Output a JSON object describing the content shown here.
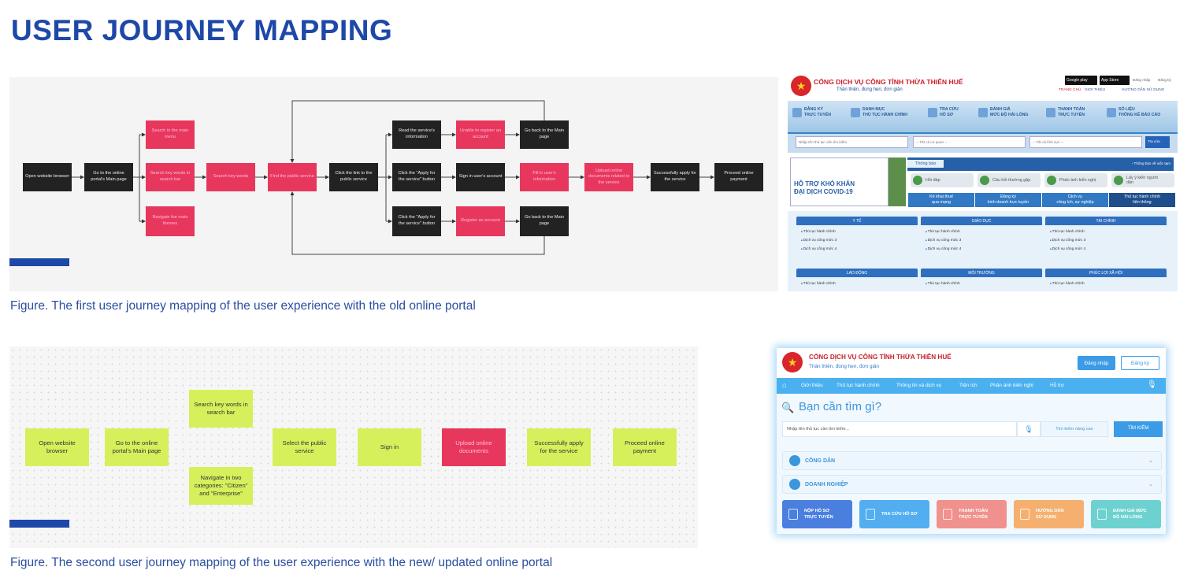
{
  "title": "USER JOURNEY MAPPING",
  "colors": {
    "accent": "#1e48a8",
    "pink": "#e8375d",
    "dark": "#222222",
    "green": "#d6f05c"
  },
  "diagram1": {
    "caption": "Figure.   The first user journey mapping of the user experience with the old online portal",
    "nodes": [
      {
        "label": "Open website browser",
        "kind": "dark"
      },
      {
        "label": "Go to the online portal's Main page",
        "kind": "dark"
      },
      {
        "label": "Search in the main menu",
        "kind": "pink"
      },
      {
        "label": "Search key words in search bar",
        "kind": "pink"
      },
      {
        "label": "Navigate the main themes",
        "kind": "pink"
      },
      {
        "label": "Search key words",
        "kind": "pink"
      },
      {
        "label": "Find the public service",
        "kind": "pink"
      },
      {
        "label": "Click the link to the public service",
        "kind": "dark"
      },
      {
        "label": "Read the service's information",
        "kind": "dark"
      },
      {
        "label": "Unable to register an account",
        "kind": "pink"
      },
      {
        "label": "Go back to the Main page",
        "kind": "dark"
      },
      {
        "label": "Click the \"Apply for the service\" button",
        "kind": "dark"
      },
      {
        "label": "Sign in user's account",
        "kind": "dark"
      },
      {
        "label": "Fill in user's information",
        "kind": "pink"
      },
      {
        "label": "Upload online documents related to the service",
        "kind": "pink"
      },
      {
        "label": "Successfully apply for the service",
        "kind": "dark"
      },
      {
        "label": "Proceed online payment",
        "kind": "dark"
      },
      {
        "label": "Click the \"Apply for the service\" button",
        "kind": "dark"
      },
      {
        "label": "Register an account",
        "kind": "pink"
      },
      {
        "label": "Go back to the Main page",
        "kind": "dark"
      }
    ]
  },
  "diagram2": {
    "caption": "Figure.   The second user journey mapping of the user experience with the new/ updated online portal",
    "nodes": [
      {
        "label": "Open website browser",
        "kind": "green"
      },
      {
        "label": "Go to the online portal's Main page",
        "kind": "green"
      },
      {
        "label": "Search key words in search bar",
        "kind": "green"
      },
      {
        "label": "Navigate in two categories: \"Citizen\" and \"Enterprise\"",
        "kind": "green"
      },
      {
        "label": "Select the public service",
        "kind": "green"
      },
      {
        "label": "Sign in",
        "kind": "green"
      },
      {
        "label": "Upload online documents",
        "kind": "pink"
      },
      {
        "label": "Successfully apply for the service",
        "kind": "green"
      },
      {
        "label": "Proceed online payment",
        "kind": "green"
      }
    ]
  },
  "old_portal": {
    "site_title": "CỔNG DỊCH VỤ CÔNG TỈNH THỪA THIÊN HUẾ",
    "tagline": "Thân thiện, đúng hẹn, đơn giản",
    "google_play": "Google play",
    "app_store": "App Store",
    "login": "Đăng nhập",
    "register": "Đăng ký",
    "top_links": [
      "TRANG CHỦ",
      "GIỚI THIỆU",
      "HƯỚNG DẪN SỬ DỤNG"
    ],
    "nav": [
      [
        "ĐĂNG KÝ",
        "TRỰC TUYẾN"
      ],
      [
        "DANH MỤC",
        "THỦ TỤC HÀNH CHÍNH"
      ],
      [
        "TRA CỨU",
        "HỒ SƠ"
      ],
      [
        "ĐÁNH GIÁ",
        "MỨC ĐỘ HÀI LÒNG"
      ],
      [
        "THANH TOÁN",
        "TRỰC TUYẾN"
      ],
      [
        "SỐ LIỆU",
        "THỐNG KÊ BÁO CÁO"
      ]
    ],
    "search_placeholder": "Nhập tên thủ tục cần tìm kiếm",
    "agency_select": "-- Tất cả cơ quan --",
    "field_select": "-- Tất cả lĩnh vực --",
    "search_button": "Tra cứu",
    "banner": [
      "HỖ TRỢ KHÓ KHĂN",
      "ĐẠI DỊCH COVID-19"
    ],
    "notice_label": "Thông báo",
    "notice_text": "› Thông báo về việc tạm",
    "quick": [
      "Hỏi đáp",
      "Câu hỏi thường gặp",
      "Phản ánh kiến nghị",
      "Lấy ý kiến người dân"
    ],
    "services": [
      [
        "Kê khai thuế",
        "qua mạng"
      ],
      [
        "Đăng ký",
        "kinh doanh trực tuyến"
      ],
      [
        "Dịch vụ",
        "công ích, sự nghiệp"
      ],
      [
        "Thủ tục hành chính",
        "liên thông"
      ]
    ],
    "categories": [
      {
        "name": "Y TẾ",
        "items": [
          "Thủ tục hành chính",
          "Dịch vụ công mức 3",
          "Dịch vụ công mức 4"
        ]
      },
      {
        "name": "GIÁO DỤC",
        "items": [
          "Thủ tục hành chính",
          "Dịch vụ công mức 3",
          "Dịch vụ công mức 4"
        ]
      },
      {
        "name": "TÀI CHÍNH",
        "items": [
          "Thủ tục hành chính",
          "Dịch vụ công mức 3",
          "Dịch vụ công mức 4"
        ]
      },
      {
        "name": "LAO ĐỘNG",
        "items": [
          "Thủ tục hành chính"
        ]
      },
      {
        "name": "MÔI TRƯỜNG",
        "items": [
          "Thủ tục hành chính"
        ]
      },
      {
        "name": "PHÚC LỢI XÃ HỘI",
        "items": [
          "Thủ tục hành chính"
        ]
      }
    ]
  },
  "new_portal": {
    "site_title": "CỔNG DỊCH VỤ CÔNG TỈNH THỪA THIÊN HUẾ",
    "tagline": "Thân thiện, đúng hẹn, đơn giản",
    "login": "Đăng nhập",
    "register": "Đăng ký",
    "nav": [
      "Giới thiệu",
      "Thủ tục hành chính",
      "Thông tin và dịch vụ",
      "Tiện ích",
      "Phản ánh kiến nghị",
      "Hỗ trợ"
    ],
    "heading": "Bạn cần tìm gì?",
    "search_placeholder": "Nhập tên thủ tục cần tìm kiếm...",
    "advanced_search": "Tìm kiếm nâng cao",
    "search_button": "TÌM KIẾM",
    "citizen": "CÔNG DÂN",
    "enterprise": "DOANH NGHIỆP",
    "tiles": [
      {
        "label": [
          "NỘP HỒ SƠ",
          "TRỰC TUYẾN"
        ],
        "color": "#4a7fe0"
      },
      {
        "label": [
          "TRA CỨU HỒ SƠ",
          ""
        ],
        "color": "#52aef0"
      },
      {
        "label": [
          "THANH TOÁN",
          "TRỰC TUYẾN"
        ],
        "color": "#f0918d"
      },
      {
        "label": [
          "HƯỚNG DẪN",
          "SỬ DỤNG"
        ],
        "color": "#f5b070"
      },
      {
        "label": [
          "ĐÁNH GIÁ MỨC",
          "ĐỘ HÀI LÒNG"
        ],
        "color": "#6dd2cf"
      }
    ]
  }
}
